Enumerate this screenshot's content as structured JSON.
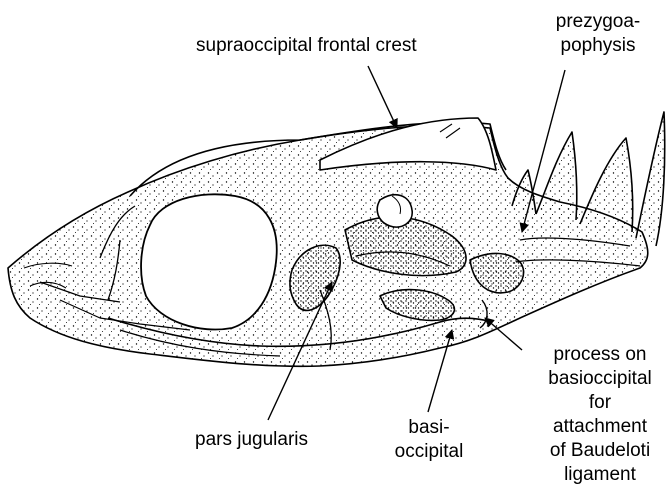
{
  "figure": {
    "labels": {
      "supraoccipital": "supraoccipital frontal crest",
      "prezygapophysis": [
        "prezygoa-",
        "pophysis"
      ],
      "pars_jugularis": "pars jugularis",
      "basioccipital": [
        "basi-",
        "occipital"
      ],
      "process": [
        "process on",
        "basioccipital",
        "for",
        "attachment",
        "of Baudeloti",
        "ligament"
      ]
    },
    "colors": {
      "ink": "#000000",
      "paper": "#ffffff"
    }
  }
}
